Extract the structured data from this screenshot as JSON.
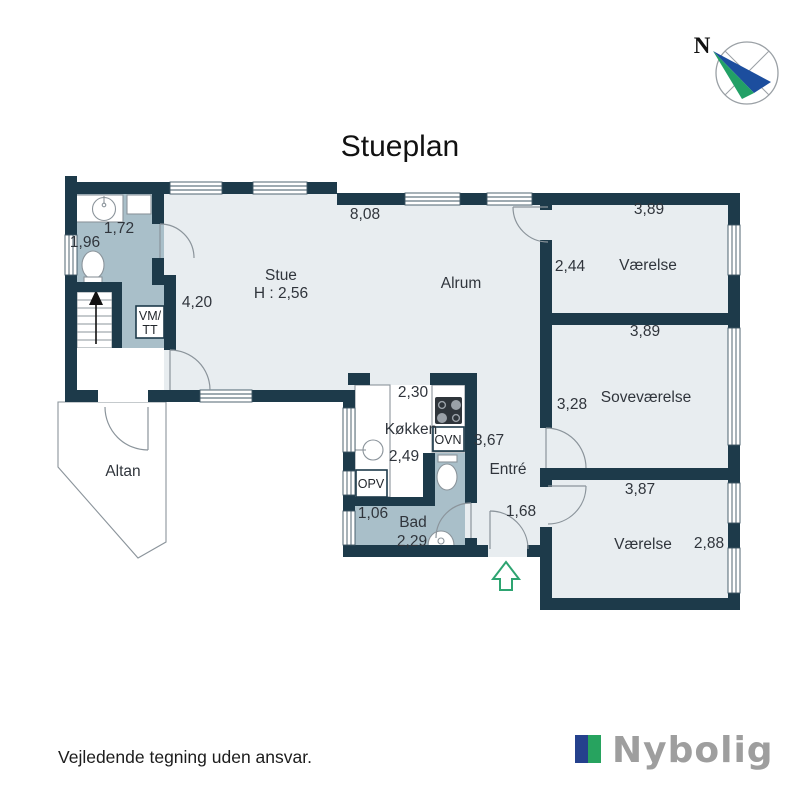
{
  "page": {
    "title": "Stueplan",
    "disclaimer": "Vejledende tegning uden ansvar."
  },
  "compass": {
    "north": "N"
  },
  "logo": {
    "brand": "Nybolig"
  },
  "colors": {
    "wall": "#1d3a4a",
    "floor": "#e8edf0",
    "wet_floor": "#a9bfc9",
    "entry_arrow_green": "#2ea471",
    "logo_blue": "#25418d",
    "logo_green": "#27a35f",
    "logo_text_gray": "#9e9e9e",
    "compass_blue": "#1c4e9e",
    "compass_green": "#22a066"
  },
  "rooms": {
    "stue": "Stue",
    "stue_height": "H : 2,56",
    "alrum": "Alrum",
    "kokken": "Køkken",
    "entre": "Entré",
    "bad": "Bad",
    "vaerelse_top": "Værelse",
    "sovevaerelse": "Soveværelse",
    "vaerelse_bottom": "Værelse",
    "altan": "Altan"
  },
  "appliances": {
    "oven": "OVN",
    "dishwasher": "OPV",
    "washer_line1": "VM/",
    "washer_line2": "TT"
  },
  "dimensions": {
    "alrum_top": "8,08",
    "stue_left": "4,20",
    "bath_width": "1,72",
    "bath_height": "1,96",
    "kokken_top": "2,30",
    "kokken_inner": "2,49",
    "entre_height": "3,67",
    "entre_width": "1,68",
    "bad_left": "1,06",
    "bad_width": "2,29",
    "vaerelse_top_width": "3,89",
    "vaerelse_top_height": "2,44",
    "sovevaerelse_width": "3,89",
    "sovevaerelse_height": "3,28",
    "vaerelse_bottom_width": "3,87",
    "vaerelse_bottom_height": "2,88"
  }
}
